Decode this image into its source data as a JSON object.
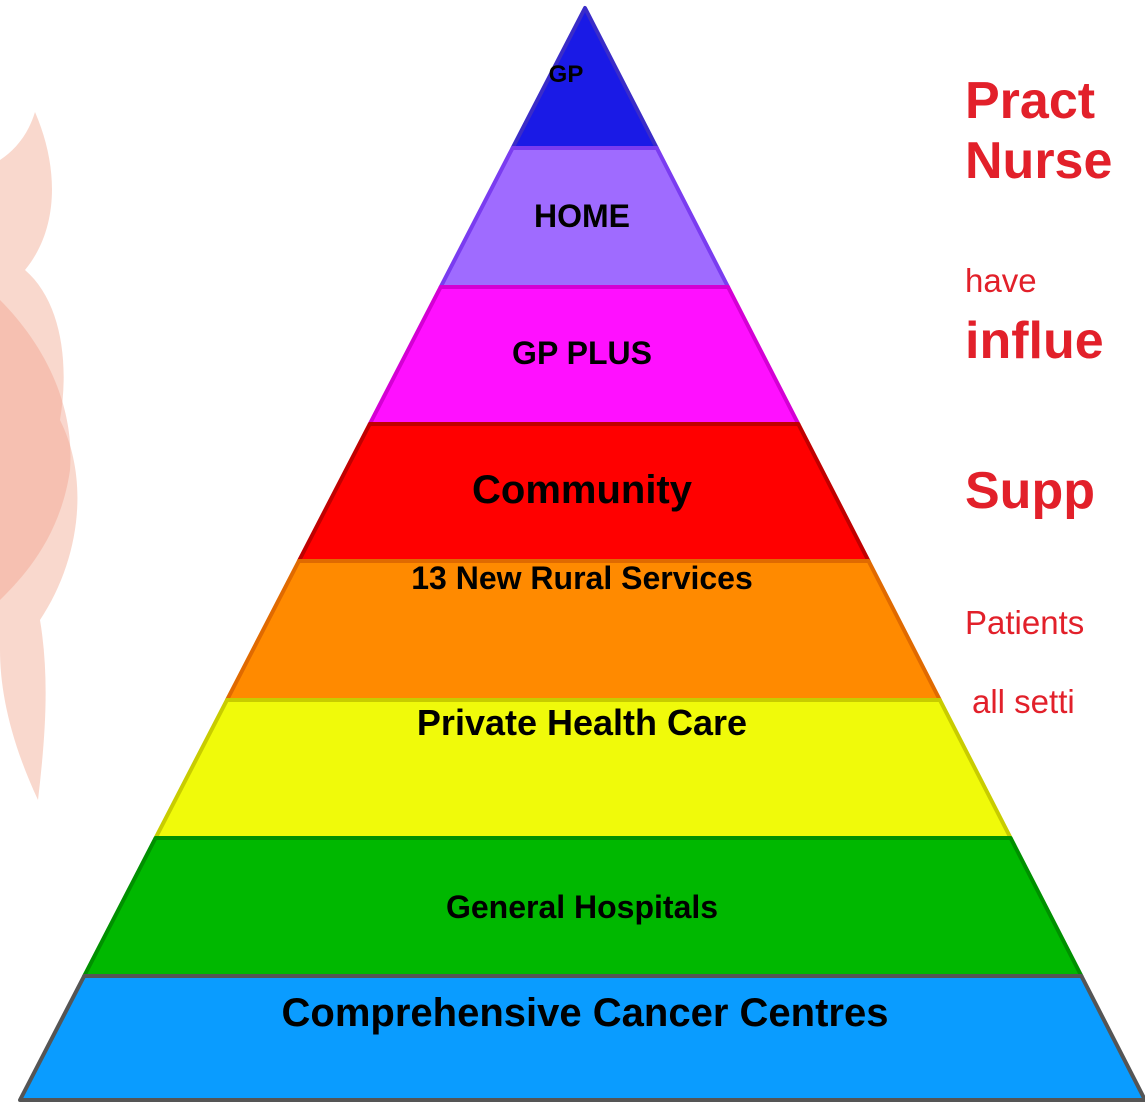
{
  "pyramid": {
    "tiers": [
      {
        "label": "GP",
        "fill": "#1a1ae6",
        "stroke": "#3a2cc8"
      },
      {
        "label": "HOME",
        "fill": "#9f6bff",
        "stroke": "#7a3cf0"
      },
      {
        "label": "GP PLUS",
        "fill": "#ff10ff",
        "stroke": "#d400d4"
      },
      {
        "label": "Community",
        "fill": "#ff0000",
        "stroke": "#c00000"
      },
      {
        "label": "13 New Rural Services",
        "fill": "#ff8a00",
        "stroke": "#e06a00"
      },
      {
        "label": "Private Health Care",
        "fill": "#f0fa0a",
        "stroke": "#c8cc00"
      },
      {
        "label": "General Hospitals",
        "fill": "#00b800",
        "stroke": "#009000"
      },
      {
        "label": "Comprehensive Cancer Centres",
        "fill": "#0a9cff",
        "stroke": "#555555"
      }
    ]
  },
  "side_text": {
    "line1": "Pract",
    "line2": "Nurse",
    "line3": "have",
    "line4": "influe",
    "line5": "Supp",
    "line6": "Patients",
    "line7": "all setti"
  },
  "colors": {
    "text_accent": "#e2202a",
    "decor": "#f4b8a4"
  }
}
